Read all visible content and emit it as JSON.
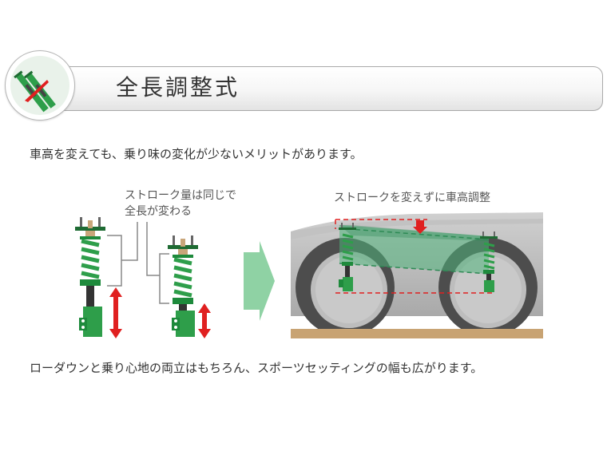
{
  "header": {
    "title": "全長調整式"
  },
  "lead": "車高を変えても、乗り味の変化が少ないメリットがあります。",
  "left_diagram": {
    "callout_lines": [
      "ストローク量は同じで",
      "全長が変わる"
    ]
  },
  "right_diagram": {
    "caption": "ストロークを変えずに車高調整"
  },
  "footer": "ローダウンと乗り心地の両立はもちろん、スポーツセッティングの幅も広がります。",
  "colors": {
    "spring_green": "#2e9e4a",
    "body_green": "#1e8a3c",
    "arrow_red": "#e02020",
    "ground_brown": "#c8a373",
    "car_gray": "#bdbdbd"
  }
}
